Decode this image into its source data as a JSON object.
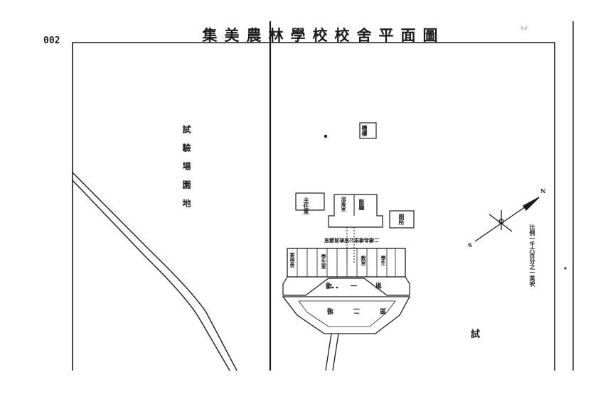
{
  "title": "集美農林學校校舍平面圖",
  "page_number": "002",
  "corner_mark": "2",
  "labels": {
    "left_field": "試驗場園地",
    "right_field": "試",
    "top_building": "機樓",
    "building_left": "主任室",
    "building_center_a": "消毒室",
    "building_center_b": "飯廳",
    "building_right": "廁所",
    "row_caption": "二樓為禮堂公室教員寢室",
    "range_left_a": "寄宿舍",
    "range_left_b": "學生室",
    "range_right_a": "教室",
    "range_right_b": "學生",
    "courtyard_1": "第一場",
    "courtyard_2": "第二場",
    "scale_note": "比例一千六百分之一英呎",
    "compass_n": "N",
    "compass_s": "S"
  },
  "colors": {
    "ink": "#1a1a1a",
    "paper": "#ffffff"
  }
}
